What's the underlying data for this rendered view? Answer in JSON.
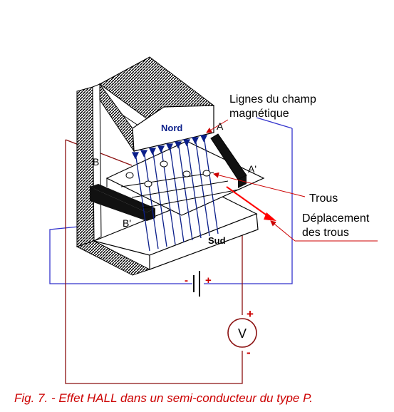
{
  "labels": {
    "field_lines": [
      "Lignes du champ",
      "magnétique"
    ],
    "north": "Nord",
    "south": "Sud",
    "holes": "Trous",
    "hole_motion": [
      "Déplacement",
      "des trous"
    ],
    "A": "A",
    "A_prime": "A'",
    "B": "B",
    "B_prime": "B'",
    "plus_battery": "+",
    "minus_battery": "-",
    "voltmeter": "V",
    "plus_voltmeter": "+",
    "minus_voltmeter": "-"
  },
  "caption": "Fig. 7. - Effet HALL dans un semi-conducteur du type P.",
  "colors": {
    "blue_wire": "#3333cc",
    "red_wire": "#8b1010",
    "field_lines": "#0b1f8a",
    "caption": "#cc0000",
    "arrow": "#ff0000"
  }
}
